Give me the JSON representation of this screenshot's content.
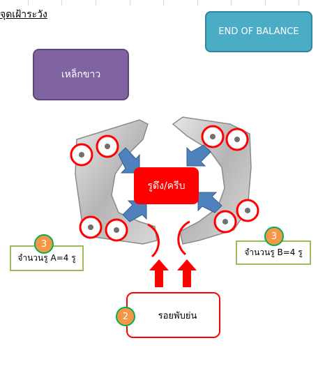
{
  "title": "จุดเฝ้าระวัง",
  "end_of_balance_label": "END OF BALANCE",
  "material_label": "เหล็กขาว",
  "hole_label": "รูดึง/ครีบ",
  "count_a_label": "จำนวนรู A=4 รู",
  "count_b_label": "จำนวนรู B=4 รู",
  "fold_label": "รอยพับย่น",
  "badges": {
    "count_a": "3",
    "count_b": "3",
    "fold": "2"
  },
  "colors": {
    "end_of_balance": "#4bacc6",
    "material": "#8064a2",
    "hole_box": "#ff0000",
    "count_border": "#9bbb59",
    "badge": "#f79646",
    "badge_border": "#00b050",
    "arrow_blue": "#4f81bd",
    "arrow_red": "#ff0000"
  },
  "icons": [
    "blue-arrow-icon",
    "red-up-arrow-icon",
    "red-circle-marker-icon"
  ]
}
